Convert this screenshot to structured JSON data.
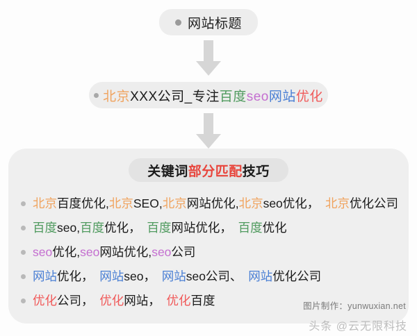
{
  "flow": {
    "title_box": {
      "bullet_icon": "bullet-dot-icon",
      "label": "网站标题"
    },
    "arrow_1": {
      "icon": "arrow-down-icon"
    },
    "arrow_2": {
      "icon": "arrow-down-icon"
    },
    "site_title_box": {
      "bullet_icon": "bullet-dot-icon",
      "segments": [
        {
          "text": "北京",
          "color_class": "c-beijing",
          "color": "#f0a35e"
        },
        {
          "text": "XXX公司_专注",
          "color_class": "c-dark",
          "color": "#1a1a1a"
        },
        {
          "text": "百度",
          "color_class": "c-baidu",
          "color": "#4f9a5e"
        },
        {
          "text": "seo",
          "color_class": "c-seo",
          "color": "#c46fd0"
        },
        {
          "text": "网站",
          "color_class": "c-wangzhan",
          "color": "#4a7fd4"
        },
        {
          "text": "优化",
          "color_class": "c-youhua",
          "color": "#f05a5a"
        }
      ],
      "plain_text": "北京XXX公司_专注百度seo网站优化"
    }
  },
  "panel": {
    "heading": {
      "segments": [
        {
          "text": "关键词",
          "color_class": "c-dark",
          "color": "#1a1a1a"
        },
        {
          "text": "部分匹配",
          "color_class": "c-red",
          "color": "#e8453c"
        },
        {
          "text": "技巧",
          "color_class": "c-dark",
          "color": "#1a1a1a"
        }
      ],
      "plain_text": "关键词部分匹配技巧"
    },
    "rows": [
      {
        "bullet_icon": "bullet-dot-icon",
        "plain_text": "北京百度优化,北京SEO,北京网站优化,北京seo优化， 北京优化公司",
        "segments": [
          {
            "text": "北京",
            "color_class": "c-beijing"
          },
          {
            "text": "百度优化,",
            "color_class": "c-dark"
          },
          {
            "text": "北京",
            "color_class": "c-beijing"
          },
          {
            "text": "SEO,",
            "color_class": "c-dark"
          },
          {
            "text": "北京",
            "color_class": "c-beijing"
          },
          {
            "text": "网站优化,",
            "color_class": "c-dark"
          },
          {
            "text": "北京",
            "color_class": "c-beijing"
          },
          {
            "text": "seo优化，　",
            "color_class": "c-dark"
          },
          {
            "text": "北京",
            "color_class": "c-beijing"
          },
          {
            "text": "优化公司",
            "color_class": "c-dark"
          }
        ]
      },
      {
        "bullet_icon": "bullet-dot-icon",
        "plain_text": "百度seo,百度优化， 百度网站优化， 百度优化",
        "segments": [
          {
            "text": "百度",
            "color_class": "c-baidu"
          },
          {
            "text": "seo,",
            "color_class": "c-dark"
          },
          {
            "text": "百度",
            "color_class": "c-baidu"
          },
          {
            "text": "优化，　",
            "color_class": "c-dark"
          },
          {
            "text": "百度",
            "color_class": "c-baidu"
          },
          {
            "text": "网站优化，　",
            "color_class": "c-dark"
          },
          {
            "text": "百度",
            "color_class": "c-baidu"
          },
          {
            "text": "优化",
            "color_class": "c-dark"
          }
        ]
      },
      {
        "bullet_icon": "bullet-dot-icon",
        "plain_text": "seo优化,seo网站优化,seo公司",
        "segments": [
          {
            "text": "seo",
            "color_class": "c-seo"
          },
          {
            "text": "优化,",
            "color_class": "c-dark"
          },
          {
            "text": "seo",
            "color_class": "c-seo"
          },
          {
            "text": "网站优化,",
            "color_class": "c-dark"
          },
          {
            "text": "seo",
            "color_class": "c-seo"
          },
          {
            "text": "公司",
            "color_class": "c-dark"
          }
        ]
      },
      {
        "bullet_icon": "bullet-dot-icon",
        "plain_text": "网站优化， 网站seo， 网站seo公司、 网站优化公司",
        "segments": [
          {
            "text": "网站",
            "color_class": "c-wangzhan"
          },
          {
            "text": "优化，　",
            "color_class": "c-dark"
          },
          {
            "text": "网站",
            "color_class": "c-wangzhan"
          },
          {
            "text": "seo，　",
            "color_class": "c-dark"
          },
          {
            "text": "网站",
            "color_class": "c-wangzhan"
          },
          {
            "text": "seo公司、　",
            "color_class": "c-dark"
          },
          {
            "text": "网站",
            "color_class": "c-wangzhan"
          },
          {
            "text": "优化公司",
            "color_class": "c-dark"
          }
        ]
      },
      {
        "bullet_icon": "bullet-dot-icon",
        "plain_text": "优化公司， 优化网站， 优化百度",
        "segments": [
          {
            "text": "优化",
            "color_class": "c-youhua"
          },
          {
            "text": "公司，　",
            "color_class": "c-dark"
          },
          {
            "text": "优化",
            "color_class": "c-youhua"
          },
          {
            "text": "网站，　",
            "color_class": "c-dark"
          },
          {
            "text": "优化",
            "color_class": "c-youhua"
          },
          {
            "text": "百度",
            "color_class": "c-dark"
          }
        ]
      }
    ]
  },
  "watermarks": {
    "credit": "图片制作：yunwuxian.net",
    "toutiao": "头条 @云无限科技"
  },
  "palette": {
    "beijing": "#f0a35e",
    "baidu": "#4f9a5e",
    "seo": "#c46fd0",
    "wangzhan": "#4a7fd4",
    "youhua": "#f05a5a",
    "heading_red": "#e8453c",
    "panel_bg": "#efefef",
    "pill_bg": "#ededed",
    "arrow": "#d6d6d6"
  }
}
